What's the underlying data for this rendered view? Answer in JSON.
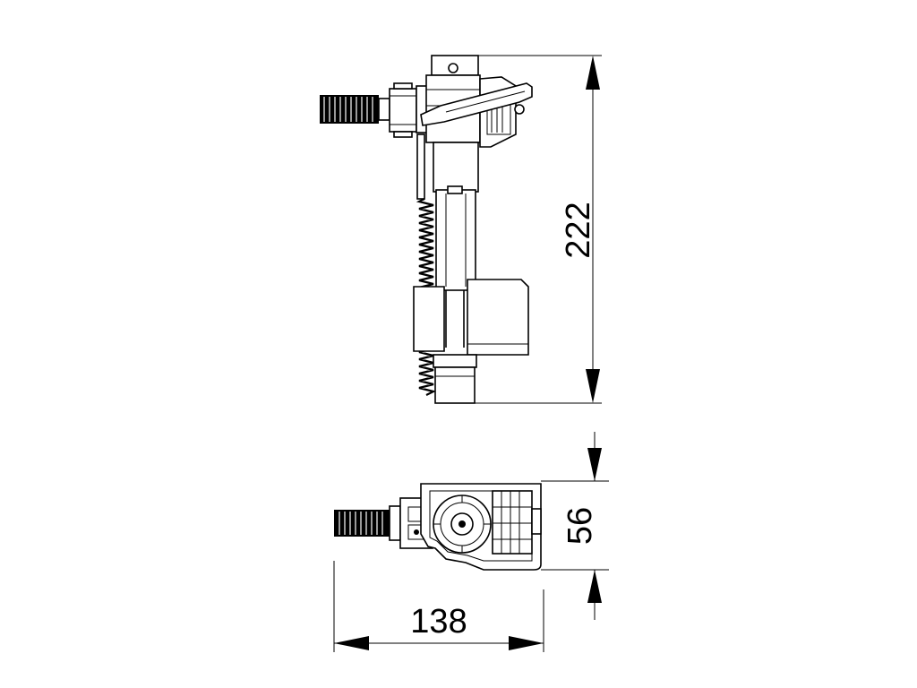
{
  "dimensions": {
    "height": "222",
    "depth": "56",
    "width": "138"
  }
}
